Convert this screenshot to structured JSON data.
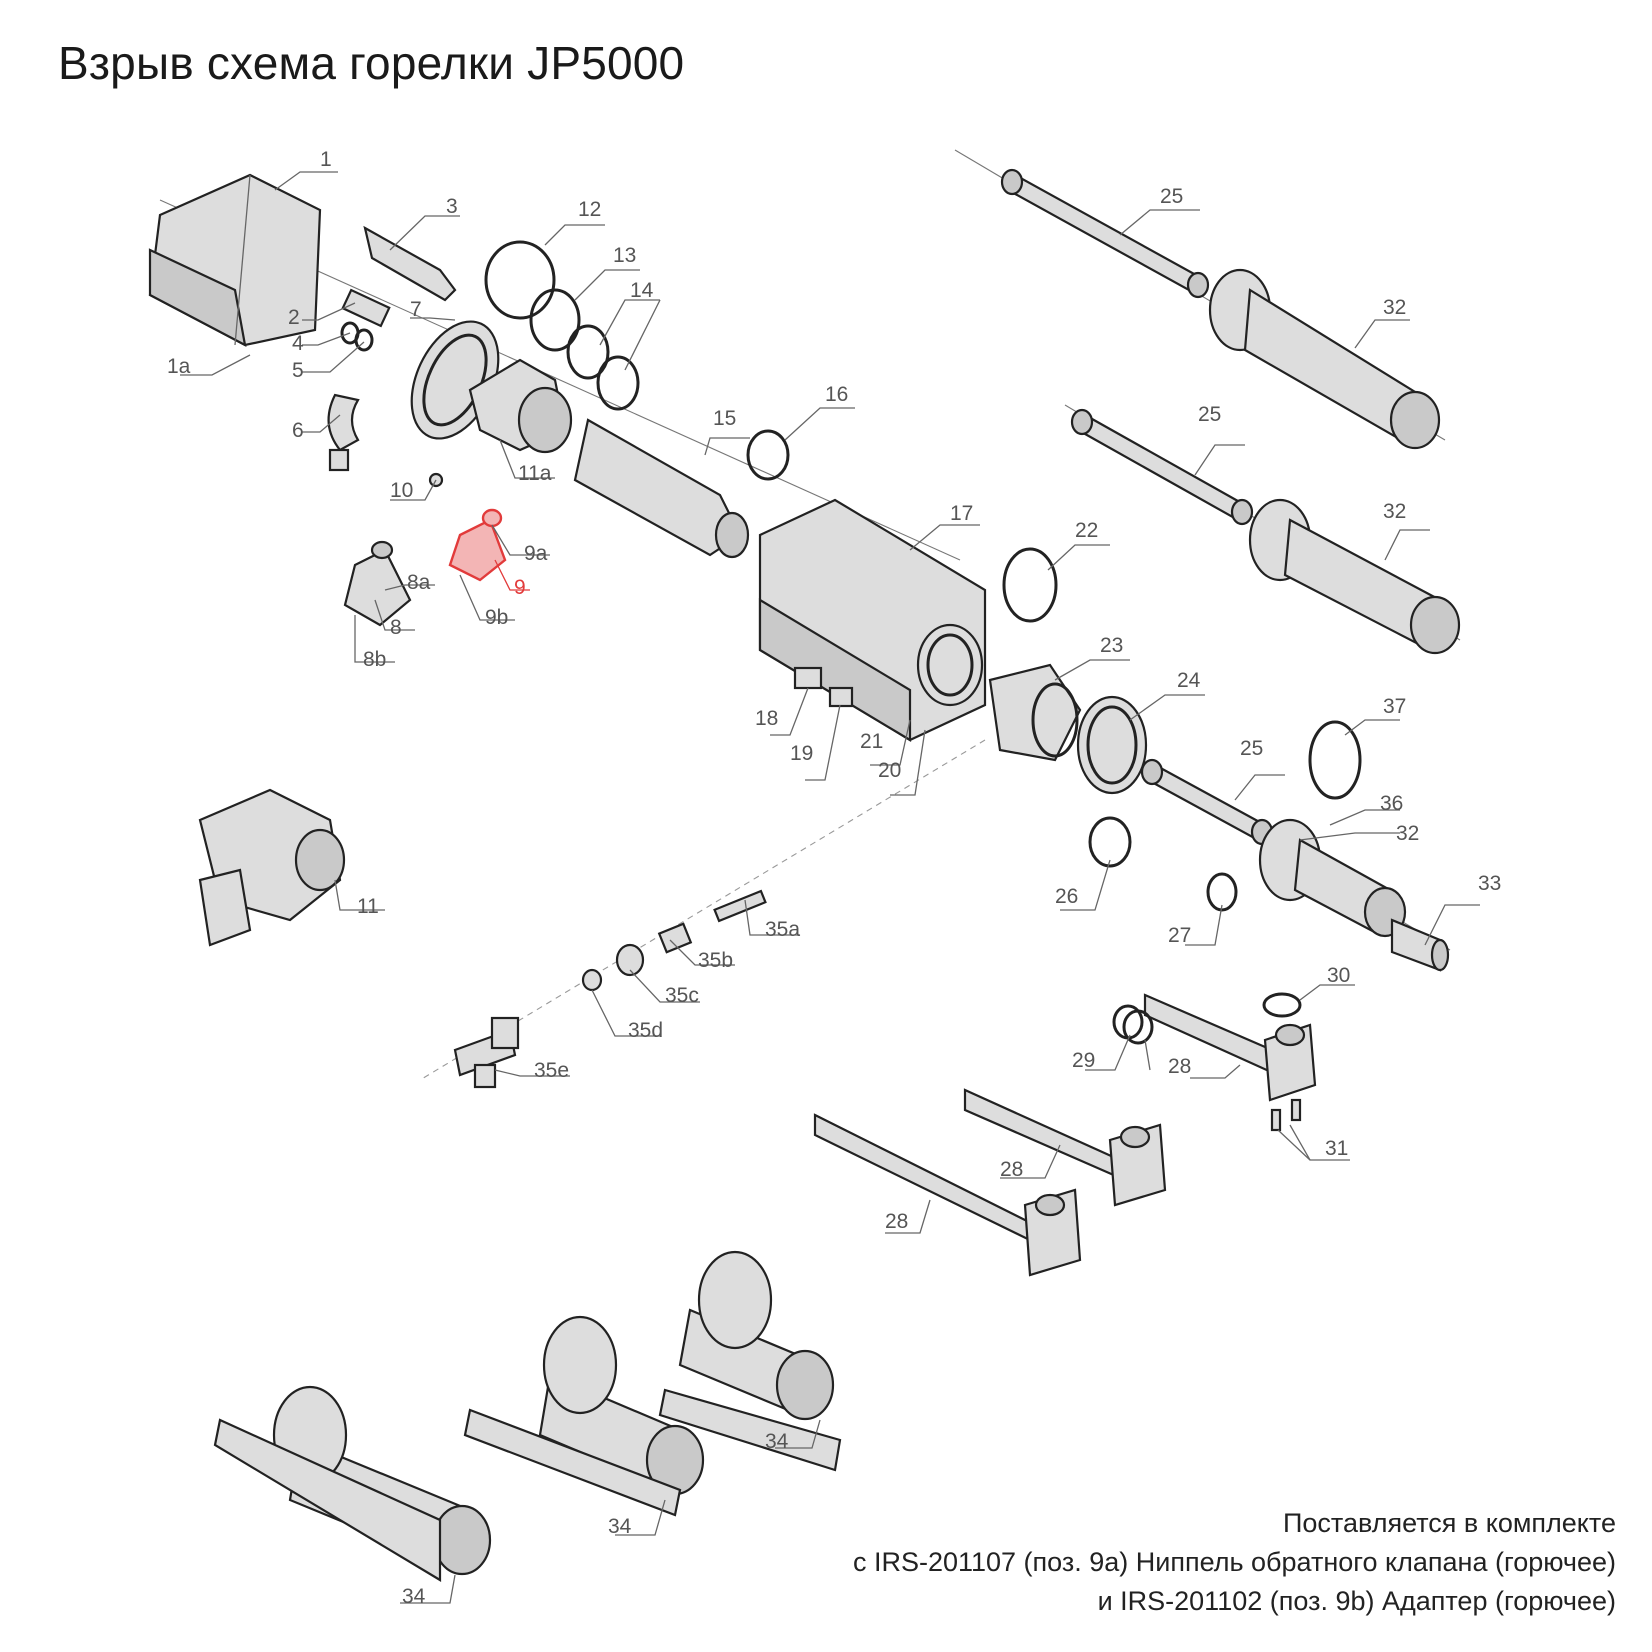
{
  "title": "Взрыв схема горелки JP5000",
  "highlight_color": "#e23b3b",
  "callouts": {
    "c1": "1",
    "c1a": "1a",
    "c2": "2",
    "c3": "3",
    "c4": "4",
    "c5": "5",
    "c6": "6",
    "c7": "7",
    "c8": "8",
    "c8a": "8a",
    "c8b": "8b",
    "c9": "9",
    "c9a": "9a",
    "c9b": "9b",
    "c10": "10",
    "c11": "11",
    "c11a": "11a",
    "c12": "12",
    "c13": "13",
    "c14": "14",
    "c15": "15",
    "c16": "16",
    "c17": "17",
    "c18": "18",
    "c19": "19",
    "c20": "20",
    "c21": "21",
    "c22": "22",
    "c23": "23",
    "c24": "24",
    "c25_top": "25",
    "c25_mid": "25",
    "c25_low": "25",
    "c26": "26",
    "c27": "27",
    "c28_a": "28",
    "c28_b": "28",
    "c28_c": "28",
    "c29": "29",
    "c30": "30",
    "c31": "31",
    "c32_top": "32",
    "c32_mid": "32",
    "c32_low": "32",
    "c33": "33",
    "c34_a": "34",
    "c34_b": "34",
    "c34_c": "34",
    "c35a": "35a",
    "c35b": "35b",
    "c35c": "35c",
    "c35d": "35d",
    "c35e": "35e",
    "c36": "36",
    "c37": "37"
  },
  "note": {
    "line1": "Поставляется в комплекте",
    "line2": "с IRS-201107 (поз. 9a) Ниппель обратного клапана (горючее)",
    "line3": "и IRS-201102 (поз. 9b) Адаптер (горючее)"
  }
}
